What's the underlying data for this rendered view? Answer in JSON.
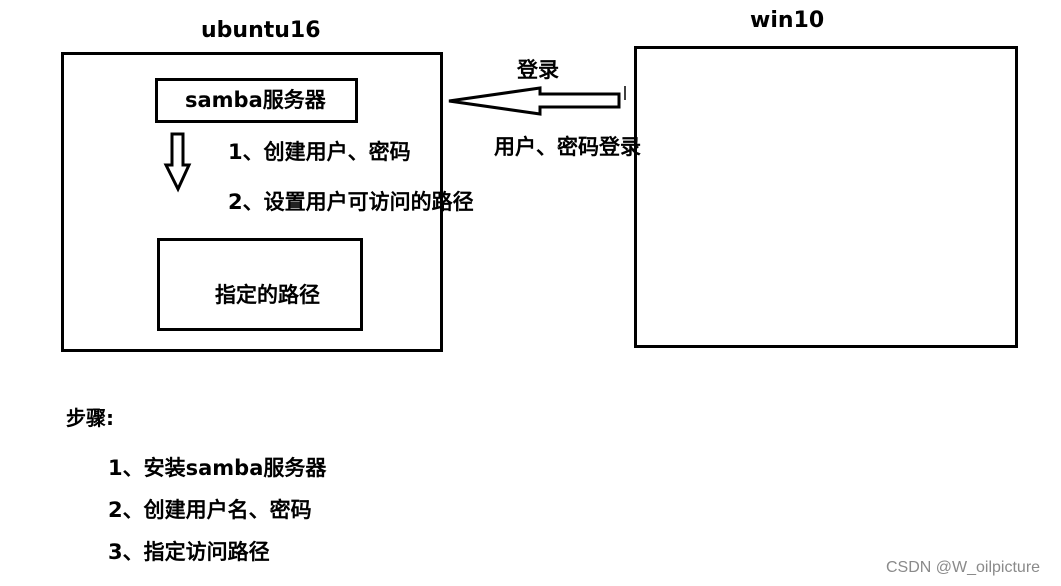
{
  "ubuntu": {
    "title": "ubuntu16",
    "server_label": "samba服务器",
    "step1": "1、创建用户、密码",
    "step2": "2、设置用户可访问的路径",
    "path_label": "指定的路径"
  },
  "windows": {
    "title": "win10"
  },
  "login": {
    "label": "登录",
    "credentials_label": "用户、密码登录"
  },
  "steps": {
    "heading": "步骤:",
    "items": [
      "1、安装samba服务器",
      "2、创建用户名、密码",
      "3、指定访问路径"
    ]
  },
  "watermark": "CSDN @W_oilpicture",
  "colors": {
    "stroke": "#000000",
    "background": "#ffffff",
    "watermark": "#8a8a8a"
  }
}
